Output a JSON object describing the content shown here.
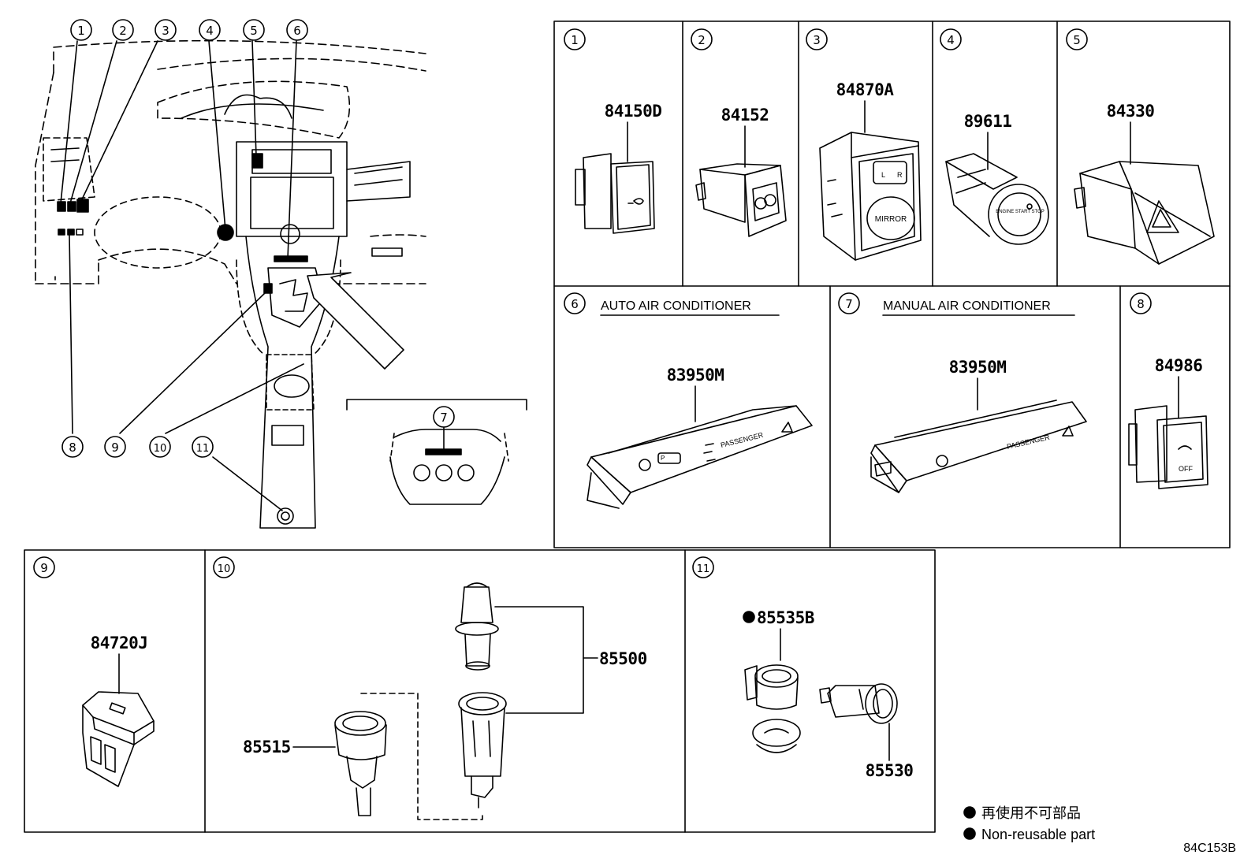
{
  "overview": {
    "callouts": [
      "1",
      "2",
      "3",
      "4",
      "5",
      "6",
      "7",
      "8",
      "9",
      "10",
      "11"
    ]
  },
  "panels": [
    {
      "num": "1",
      "part": "84150D"
    },
    {
      "num": "2",
      "part": "84152"
    },
    {
      "num": "3",
      "part": "84870A",
      "button_text": "MIRROR",
      "switch_l": "L",
      "switch_r": "R"
    },
    {
      "num": "4",
      "part": "89611",
      "button_text": "ENGINE START STOP"
    },
    {
      "num": "5",
      "part": "84330"
    },
    {
      "num": "6",
      "title": "AUTO AIR CONDITIONER",
      "part": "83950M",
      "label_passenger": "PASSENGER"
    },
    {
      "num": "7",
      "title": "MANUAL AIR CONDITIONER",
      "part": "83950M",
      "label_passenger": "PASSENGER"
    },
    {
      "num": "8",
      "part": "84986",
      "button_text": "OFF"
    },
    {
      "num": "9",
      "part": "84720J"
    },
    {
      "num": "10",
      "parts": [
        "85500",
        "85515"
      ]
    },
    {
      "num": "11",
      "parts": [
        "85535B",
        "85530"
      ]
    }
  ],
  "legend": {
    "line_ja": "再使用不可部品",
    "line_en": "Non-reusable part"
  },
  "diagram_code": "84C153B",
  "colors": {
    "ink": "#000000",
    "paper": "#ffffff"
  }
}
